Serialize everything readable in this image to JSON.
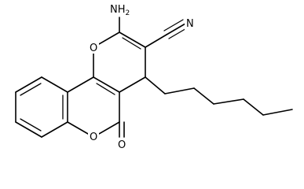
{
  "molecule": {
    "type": "chemical-structure",
    "atom_labels": {
      "amino": "NH2",
      "ring_oxygen_pyran": "O",
      "ring_oxygen_lactone": "O",
      "carbonyl_oxygen": "O",
      "nitrile_nitrogen": "N"
    }
  }
}
